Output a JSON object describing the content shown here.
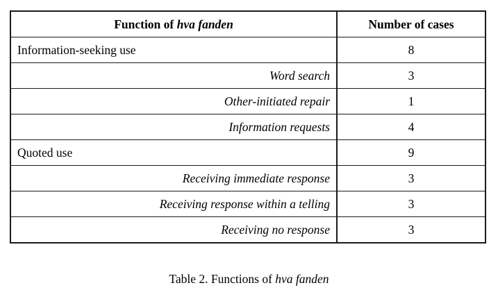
{
  "table": {
    "headers": {
      "function": {
        "prefix": "Function of ",
        "emphasis": "hva fanden"
      },
      "count": "Number of cases"
    },
    "rows": [
      {
        "label": "Information-seeking use",
        "sub": false,
        "count": "8"
      },
      {
        "label": "Word search",
        "sub": true,
        "count": "3"
      },
      {
        "label": "Other-initiated repair",
        "sub": true,
        "count": "1"
      },
      {
        "label": "Information requests",
        "sub": true,
        "count": "4"
      },
      {
        "label": "Quoted use",
        "sub": false,
        "count": "9"
      },
      {
        "label": "Receiving immediate response",
        "sub": true,
        "count": "3"
      },
      {
        "label": "Receiving response within a telling",
        "sub": true,
        "count": "3"
      },
      {
        "label": "Receiving no response",
        "sub": true,
        "count": "3"
      }
    ]
  },
  "caption": {
    "prefix": "Table 2. Functions of ",
    "emphasis": "hva fanden"
  },
  "colors": {
    "header_background": "#f2f2f2",
    "border": "#1a1a1a",
    "text": "#000000",
    "page_background": "#ffffff"
  }
}
